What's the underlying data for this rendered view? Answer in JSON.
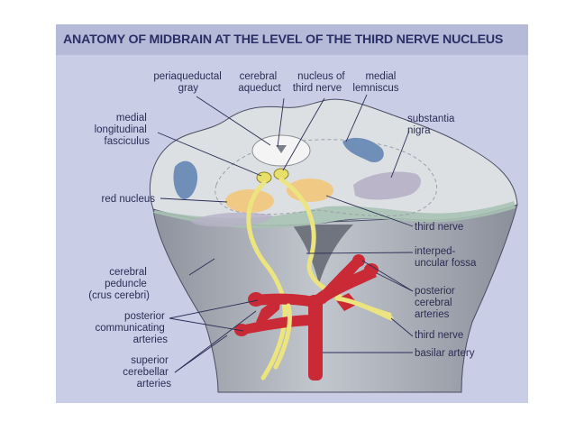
{
  "title": "ANATOMY OF MIDBRAIN AT THE LEVEL OF THE THIRD NERVE NUCLEUS",
  "labels": {
    "periaqueductal_gray": [
      "periaqueductal",
      "gray"
    ],
    "cerebral_aqueduct": [
      "cerebral",
      "aqueduct"
    ],
    "nucleus_third_nerve": [
      "nucleus of",
      "third nerve"
    ],
    "medial_lemniscus": [
      "medial",
      "lemniscus"
    ],
    "medial_longitudinal_fasciculus": [
      "medial",
      "longitudinal",
      "fasciculus"
    ],
    "substantia_nigra": [
      "substantia",
      "nigra"
    ],
    "red_nucleus": [
      "red nucleus"
    ],
    "third_nerve_upper": [
      "third nerve"
    ],
    "interpeduncular_fossa": [
      "interped-",
      "uncular fossa"
    ],
    "cerebral_peduncle": [
      "cerebral",
      "peduncle",
      "(crus cerebri)"
    ],
    "posterior_cerebral_arteries": [
      "posterior",
      "cerebral",
      "arteries"
    ],
    "posterior_communicating_arteries": [
      "posterior",
      "communicating",
      "arteries"
    ],
    "third_nerve_lower": [
      "third nerve"
    ],
    "basilar_artery": [
      "basilar artery"
    ],
    "superior_cerebellar_arteries": [
      "superior",
      "cerebellar",
      "arteries"
    ]
  },
  "colors": {
    "frame_bg": "#c9cde6",
    "title_bg": "#b6bad9",
    "title_text": "#2a2f66",
    "label_text": "#2b2d55",
    "tissue_top": "#d9dde0",
    "tissue_side": "#a7abb5",
    "artery": "#c92a35",
    "nerve": "#ece47e",
    "red_nucleus": "#f0c985",
    "lemniscus": "#6f8fb8",
    "nigra": "#b7b0c7"
  }
}
